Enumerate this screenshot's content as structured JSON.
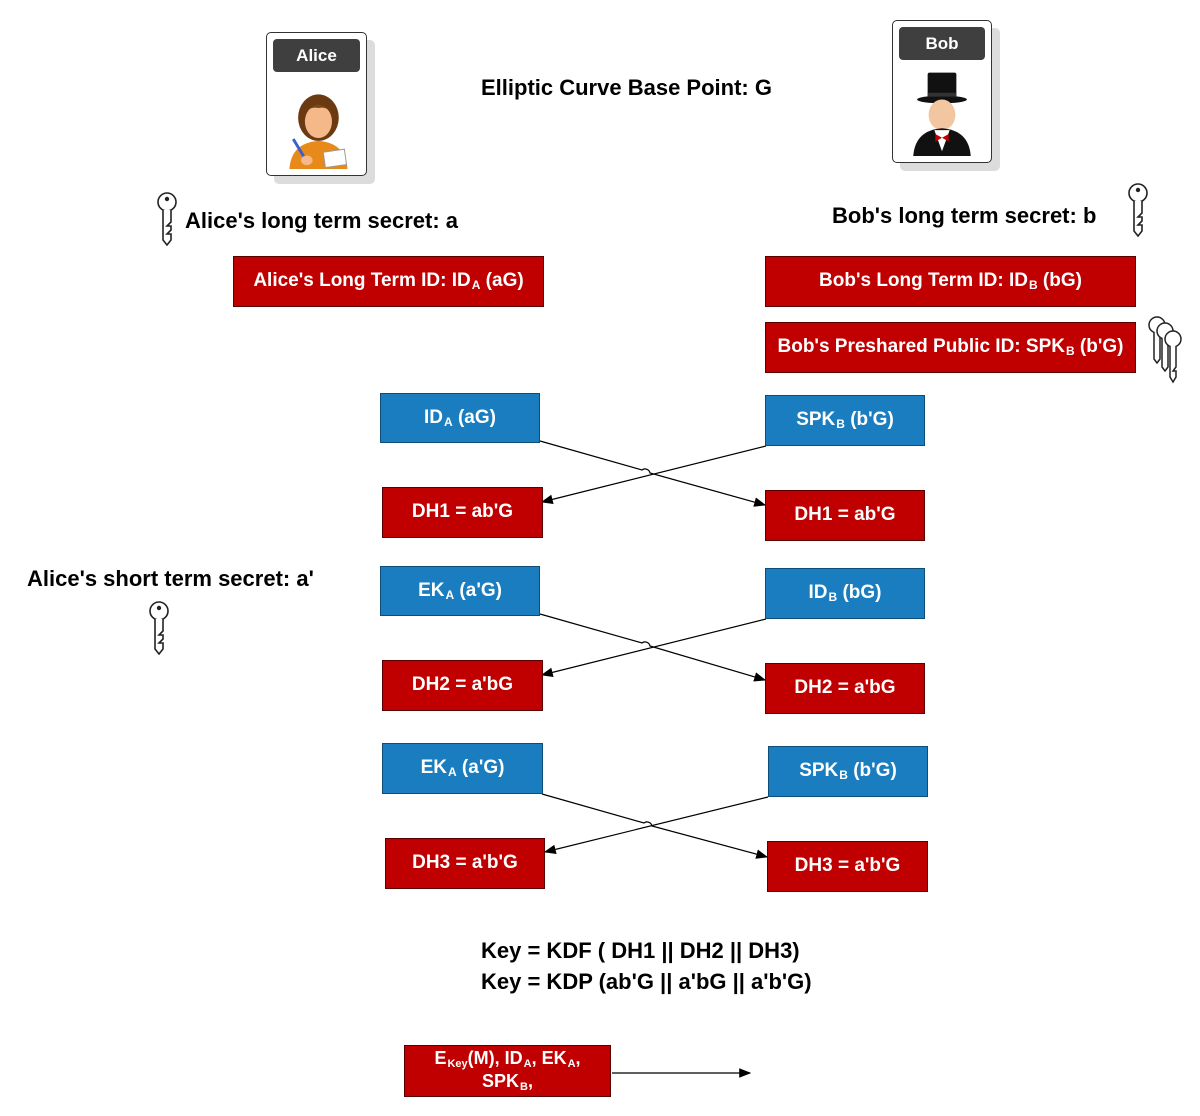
{
  "title": "Elliptic Curve Base Point: G",
  "alice": {
    "card_name": "Alice",
    "long_term_secret": "Alice's  long term secret: a",
    "short_term_secret": "Alice's  short term secret: a'",
    "long_term_id": {
      "text": "Alice's Long Term ID: ID",
      "sub": "A",
      "tail": " (aG)"
    }
  },
  "bob": {
    "card_name": "Bob",
    "long_term_secret": "Bob's  long term secret: b",
    "long_term_id": {
      "text": "Bob's Long Term ID: ID",
      "sub": "B",
      "tail": " (bG)"
    },
    "preshared_id": {
      "text": "Bob's Preshared Public  ID: SPK",
      "sub": "B",
      "tail": " (b'G)"
    }
  },
  "exchanges": [
    {
      "alice_public": {
        "text": "ID",
        "sub": "A",
        "tail": " (aG)"
      },
      "bob_public": {
        "text": "SPK",
        "sub": "B",
        "tail": " (b'G)"
      },
      "alice_result": "DH1 = ab'G",
      "bob_result": "DH1 = ab'G"
    },
    {
      "alice_public": {
        "text": "EK",
        "sub": "A",
        "tail": " (a'G)"
      },
      "bob_public": {
        "text": "ID",
        "sub": "B",
        "tail": " (bG)"
      },
      "alice_result": "DH2 = a'bG",
      "bob_result": "DH2 = a'bG"
    },
    {
      "alice_public": {
        "text": "EK",
        "sub": "A",
        "tail": " (a'G)"
      },
      "bob_public": {
        "text": "SPK",
        "sub": "B",
        "tail": " (b'G)"
      },
      "alice_result": "DH3 = a'b'G",
      "bob_result": "DH3 = a'b'G"
    }
  ],
  "formulas": [
    "Key = KDF ( DH1 || DH2 || DH3)",
    "Key = KDP (ab'G || a'bG || a'b'G)"
  ],
  "message": {
    "line1": [
      {
        "text": "E",
        "sub": "Key"
      },
      {
        "text": "(M), ID",
        "sub": "A"
      },
      {
        "text": ", EK",
        "sub": "A"
      },
      {
        "text": ",",
        "sub": ""
      }
    ],
    "line2": [
      {
        "text": "SPK",
        "sub": "B"
      },
      {
        "text": ",",
        "sub": ""
      }
    ]
  },
  "colors": {
    "red": "#c00000",
    "blue": "#1a7dbf"
  },
  "icons": [
    "alice-avatar-icon",
    "bob-avatar-icon",
    "key-icon",
    "key-ring-icon"
  ]
}
